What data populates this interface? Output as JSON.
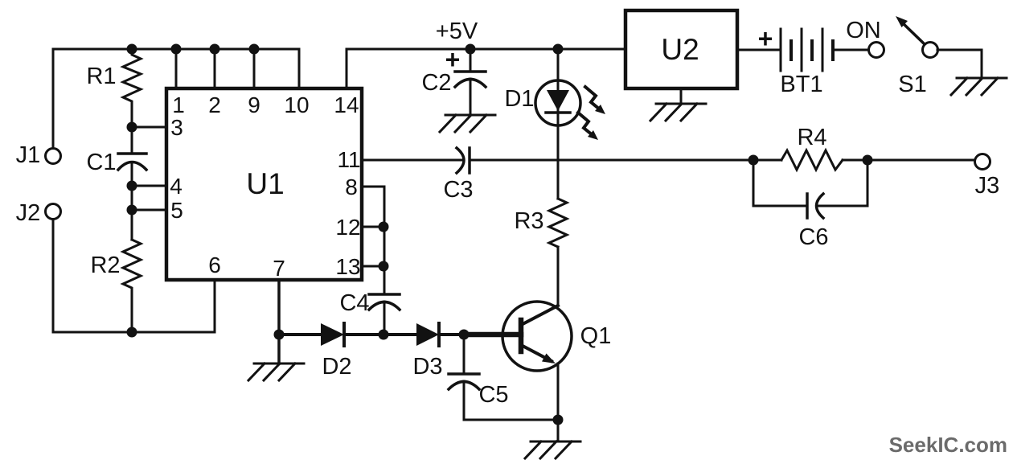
{
  "schematic": {
    "background": "#ffffff",
    "ink_color": "#121212",
    "watermark": {
      "text": "SeekIC.com",
      "color": "#6b6b6b"
    },
    "power": {
      "rail_label": "+5V",
      "c2_polarity_mark": "+",
      "battery_polarity_mark": "+",
      "switch_state_label": "ON"
    },
    "ic_u1": {
      "label": "U1",
      "pins_top": [
        "1",
        "2",
        "9",
        "10",
        "14"
      ],
      "pins_left": [
        "3",
        "4",
        "5"
      ],
      "pins_right": [
        "11",
        "8",
        "12",
        "13"
      ],
      "pins_bottom": [
        "6",
        "7"
      ]
    },
    "components": {
      "u2": "U2",
      "bt1": "BT1",
      "s1": "S1",
      "j1": "J1",
      "j2": "J2",
      "j3": "J3",
      "r1": "R1",
      "r2": "R2",
      "r3": "R3",
      "r4": "R4",
      "c1": "C1",
      "c2": "C2",
      "c3": "C3",
      "c4": "C4",
      "c5": "C5",
      "c6": "C6",
      "d1": "D1",
      "d2": "D2",
      "d3": "D3",
      "q1": "Q1"
    }
  }
}
